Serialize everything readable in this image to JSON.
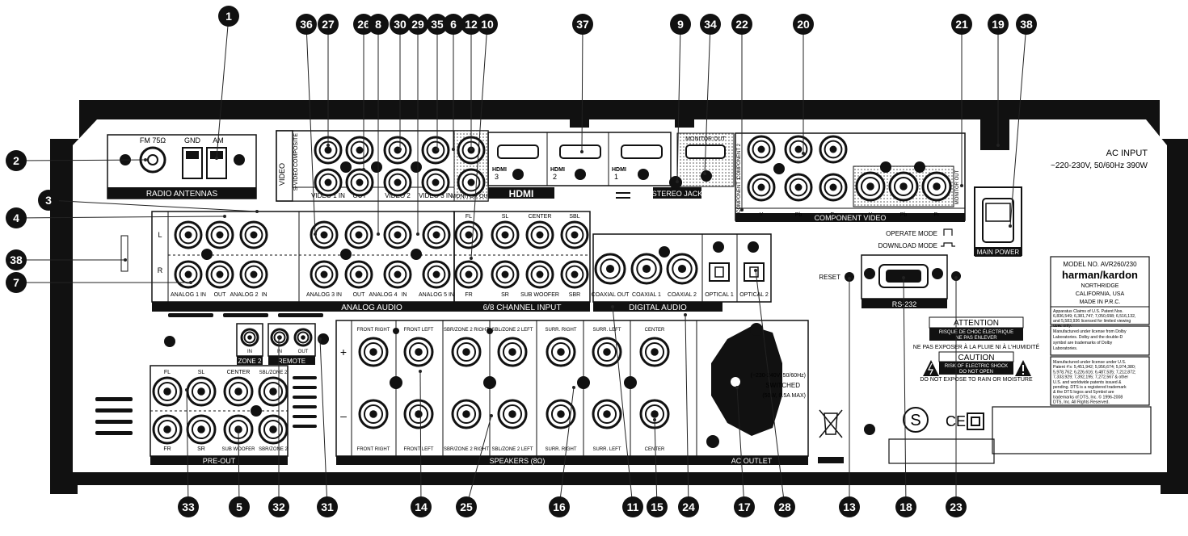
{
  "callouts": [
    "1",
    "2",
    "3",
    "4",
    "38",
    "7",
    "36",
    "27",
    "26",
    "8",
    "30",
    "29",
    "35",
    "6",
    "10",
    "12",
    "37",
    "9",
    "34",
    "22",
    "20",
    "21",
    "19",
    "38",
    "33",
    "5",
    "32",
    "31",
    "14",
    "25",
    "16",
    "11",
    "15",
    "24",
    "17",
    "28",
    "13",
    "18",
    "23"
  ],
  "antennas": {
    "fm": "FM 75Ω",
    "gnd": "GND",
    "am": "AM",
    "title": "RADIO ANTENNAS"
  },
  "video": {
    "side": "VIDEO",
    "composite": "COMPOSITE",
    "svideo": "S-VIDEO",
    "v1": "VIDEO 1   IN",
    "out": "OUT",
    "v2": "VIDEO 2",
    "in": "IN",
    "v3": "VIDEO 3   IN",
    "monitor_out": "MONITOR OUT"
  },
  "hdmi": {
    "n3": "3",
    "n2": "2",
    "n1": "1",
    "label": "HDMI",
    "logo": "HDMI",
    "monitor_out": "MONITOR OUT"
  },
  "stereo_jack": "STEREO JACK",
  "component": {
    "title": "COMPONENT VIDEO",
    "c1": "COMPONENT 1",
    "c2": "COMPONENT 2",
    "y": "Y",
    "pb": "Pb",
    "pr": "Pr",
    "monitor_out": "MONITOR OUT"
  },
  "ac_input": {
    "line1": "AC INPUT",
    "line2": "~220-230V, 50/60Hz  390W"
  },
  "main_power": "MAIN POWER",
  "analog": {
    "title": "ANALOG AUDIO",
    "l": "L",
    "r": "R",
    "a1": "ANALOG 1   IN",
    "out": "OUT",
    "a2": "ANALOG 2",
    "in": "IN",
    "a3": "ANALOG 3   IN",
    "a4": "ANALOG 4",
    "a5": "ANALOG 5   IN"
  },
  "six_ch": {
    "title": "6/8 CHANNEL INPUT",
    "fl": "FL",
    "sl": "SL",
    "center": "CENTER",
    "sbl": "SBL",
    "fr": "FR",
    "sr": "SR",
    "sub": "SUB WOOFER",
    "sbr": "SBR"
  },
  "digital": {
    "title": "DIGITAL AUDIO",
    "coax_out": "COAXIAL OUT",
    "coax1": "COAXIAL 1",
    "coax2": "COAXIAL 2",
    "opt1": "OPTICAL 1",
    "opt2": "OPTICAL 2"
  },
  "modes": {
    "operate": "OPERATE MODE",
    "download": "DOWNLOAD MODE"
  },
  "reset": "RESET",
  "rs232": "RS-232",
  "model": {
    "l1": "MODEL NO. AVR260/230",
    "brand": "harman/kardon",
    "l3": "NORTHRIDGE",
    "l4": "CALIFORNIA, USA",
    "l5": "MADE IN P.R.C."
  },
  "patent1": [
    "Apparatus Claims of U.S. Patent Nos.",
    "6,836,549; 6,381,747; 7,050,698; 6,516,132,",
    "and 5,583,936 licensed for limited viewing",
    "uses only."
  ],
  "dolby": [
    "Manufactured under license from Dolby",
    "Laboratories. Dolby and the double-D",
    "symbol are trademarks of Dolby",
    "Laboratories."
  ],
  "dts": [
    "Manufactured under license under U.S.",
    "Patent #'s: 5,451,942; 5,956,674; 5,974,380;",
    "5,978,762; 6,226,616; 6,487,535; 7,212,872;",
    "7,333,929; 7,392,195; 7,272,567 & other",
    "U.S. and worldwide patents issued &",
    "pending. DTS is a registered trademark",
    "& the DTS logos and Symbol are",
    "trademarks of DTS, Inc. © 1996-2008",
    "DTS, Inc. All Rights Reserved."
  ],
  "warning": {
    "attention": "ATTENTION",
    "fr1": "RISQUE DE CHOC ÉLECTRIQUE",
    "fr2": "NE PAS ENLEVER",
    "fr3": "NE PAS EXPOSER À LA PLUIE NI À L'HUMIDITÉ",
    "caution": "CAUTION",
    "en1": "RISK OF ELECTRIC SHOCK",
    "en2": "DO NOT OPEN",
    "en3": "DO NOT EXPOSE TO RAIN OR MOISTURE"
  },
  "zone": {
    "zone2": "ZONE 2",
    "remote": "REMOTE",
    "in": "IN",
    "out": "OUT"
  },
  "speakers": {
    "title": "SPEAKERS (8Ω)",
    "plus": "+",
    "minus": "–",
    "top": [
      "FRONT RIGHT",
      "FRONT LEFT",
      "SBR/ZONE 2 RIGHT",
      "SBL/ZONE 2 LEFT",
      "SURR. RIGHT",
      "SURR. LEFT",
      "CENTER"
    ],
    "bottom": [
      "FRONT RIGHT",
      "FRONT LEFT",
      "SBR/ZONE 2 RIGHT",
      "SBL/ZONE 2 LEFT",
      "SURR. RIGHT",
      "SURR. LEFT",
      "CENTER"
    ]
  },
  "preout": {
    "title": "PRE-OUT",
    "fl": "FL",
    "sl": "SL",
    "center": "CENTER",
    "sbl": "SBL/ZONE 2",
    "fr": "FR",
    "sr": "SR",
    "sub": "SUB WOOFER",
    "sbr": "SBR/ZONE 2"
  },
  "ac_outlet": {
    "title": "AC OUTLET",
    "l1": "(~230-240V, 50/60Hz)",
    "l2": "SWITCHED",
    "l3": "(50W, 0.5A MAX)"
  },
  "cert": {
    "ce": "CE"
  }
}
